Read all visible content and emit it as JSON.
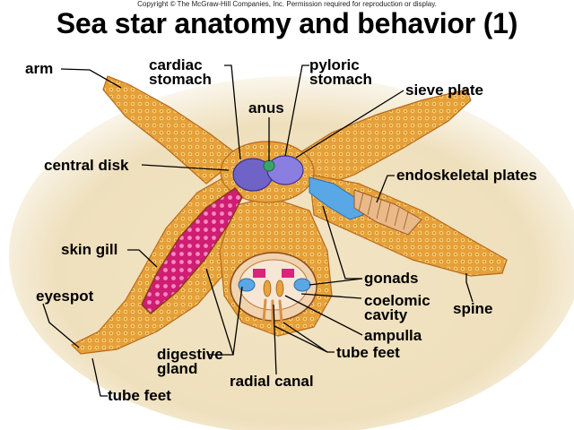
{
  "copyright": "Copyright © The McGraw-Hill Companies, Inc. Permission required for reproduction or display.",
  "title": "Sea star anatomy and behavior (1)",
  "labels": {
    "arm": "arm",
    "cardiac_stomach_1": "cardiac",
    "cardiac_stomach_2": "stomach",
    "pyloric_stomach_1": "pyloric",
    "pyloric_stomach_2": "stomach",
    "anus": "anus",
    "sieve_plate": "sieve plate",
    "central_disk": "central disk",
    "endoskeletal_plates": "endoskeletal plates",
    "skin_gill": "skin gill",
    "eyespot": "eyespot",
    "gonads": "gonads",
    "coelomic_cavity_1": "coelomic",
    "coelomic_cavity_2": "cavity",
    "spine": "spine",
    "ampulla": "ampulla",
    "digestive_gland_1": "digestive",
    "digestive_gland_2": "gland",
    "tube_feet_center": "tube feet",
    "radial_canal": "radial canal",
    "tube_feet_left": "tube feet"
  },
  "colors": {
    "body": "#e9a33c",
    "body_dark": "#c9781f",
    "spines": "#f4c96a",
    "sand": "#efe2c4",
    "digestive_gland": "#d8247c",
    "gonads": "#5aa7e6",
    "stomach": "#6f63c8",
    "sieve": "#3aa36a"
  }
}
